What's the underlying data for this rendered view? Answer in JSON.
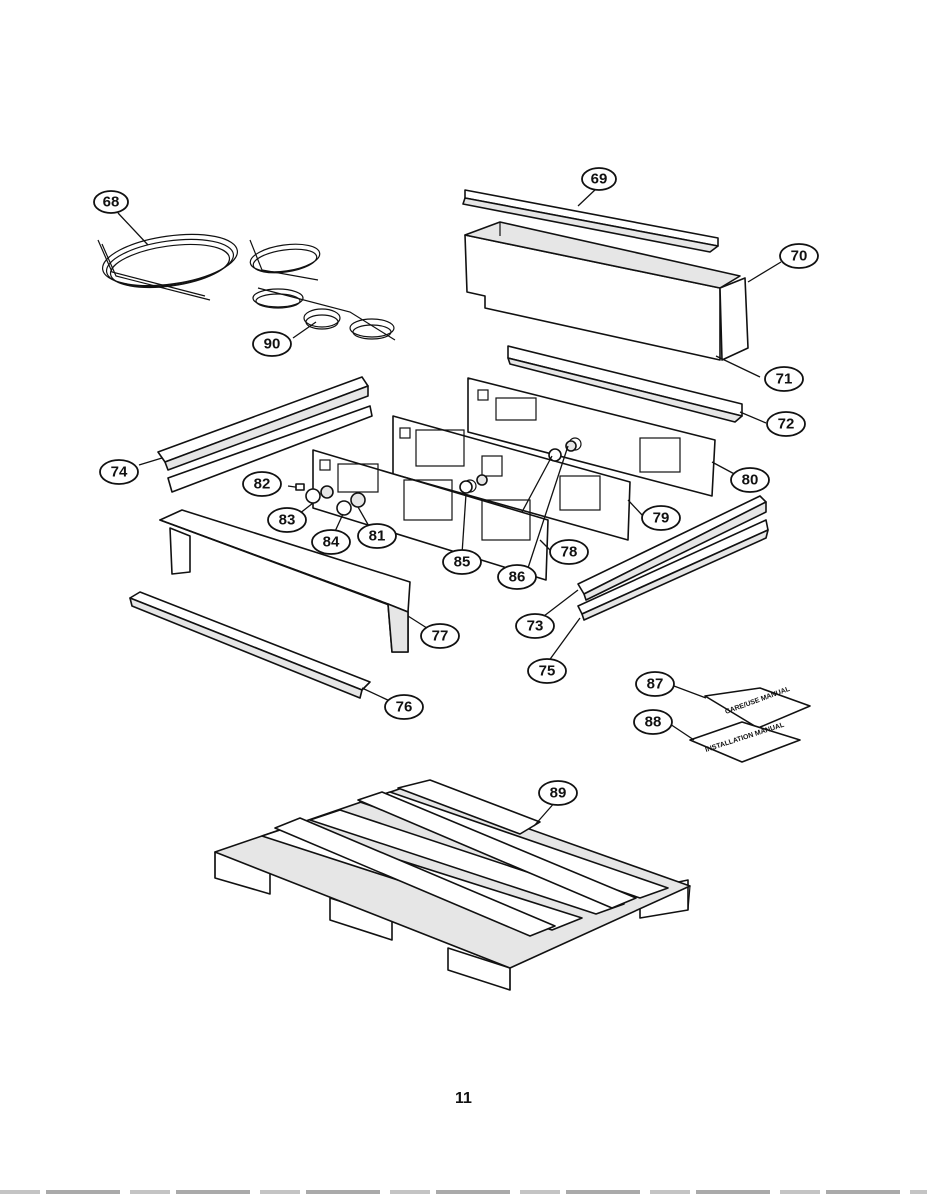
{
  "diagram": {
    "callouts": [
      {
        "id": "c68",
        "label": "68"
      },
      {
        "id": "c69",
        "label": "69"
      },
      {
        "id": "c70",
        "label": "70"
      },
      {
        "id": "c71",
        "label": "71"
      },
      {
        "id": "c72",
        "label": "72"
      },
      {
        "id": "c73",
        "label": "73"
      },
      {
        "id": "c74",
        "label": "74"
      },
      {
        "id": "c75",
        "label": "75"
      },
      {
        "id": "c76",
        "label": "76"
      },
      {
        "id": "c77",
        "label": "77"
      },
      {
        "id": "c78",
        "label": "78"
      },
      {
        "id": "c79",
        "label": "79"
      },
      {
        "id": "c80",
        "label": "80"
      },
      {
        "id": "c81",
        "label": "81"
      },
      {
        "id": "c82",
        "label": "82"
      },
      {
        "id": "c83",
        "label": "83"
      },
      {
        "id": "c84",
        "label": "84"
      },
      {
        "id": "c85",
        "label": "85"
      },
      {
        "id": "c86",
        "label": "86"
      },
      {
        "id": "c87",
        "label": "87"
      },
      {
        "id": "c88",
        "label": "88"
      },
      {
        "id": "c89",
        "label": "89"
      },
      {
        "id": "c90",
        "label": "90"
      }
    ],
    "manuals": {
      "care_use": "CARE/USE MANUAL",
      "installation": "INSTALLATION MANUAL"
    }
  },
  "page": {
    "number": "11"
  }
}
